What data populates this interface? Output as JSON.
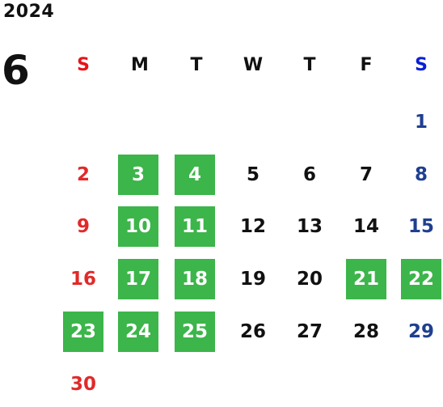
{
  "calendar": {
    "year": "2024",
    "month": "6",
    "weekdays": [
      "S",
      "M",
      "T",
      "W",
      "T",
      "F",
      "S"
    ],
    "weeks": [
      [
        "",
        "",
        "",
        "",
        "",
        "",
        "1"
      ],
      [
        "2",
        "3",
        "4",
        "5",
        "6",
        "7",
        "8"
      ],
      [
        "9",
        "10",
        "11",
        "12",
        "13",
        "14",
        "15"
      ],
      [
        "16",
        "17",
        "18",
        "19",
        "20",
        "21",
        "22"
      ],
      [
        "23",
        "24",
        "25",
        "26",
        "27",
        "28",
        "29"
      ],
      [
        "30",
        "",
        "",
        "",
        "",
        "",
        ""
      ]
    ],
    "highlighted_days": [
      "3",
      "4",
      "10",
      "11",
      "17",
      "18",
      "21",
      "22",
      "23",
      "24",
      "25"
    ],
    "colors": {
      "highlight": "#3cb54a",
      "sunday": "#e02a2a",
      "saturday": "#1f3f8f",
      "weekday": "#111111"
    }
  }
}
